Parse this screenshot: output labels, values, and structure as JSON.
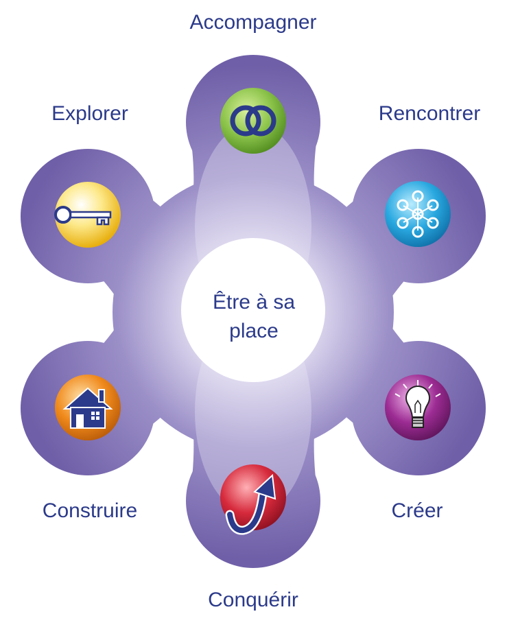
{
  "center": {
    "line1": "Être à sa",
    "line2": "place"
  },
  "petals": [
    {
      "label": "Accompagner",
      "icon": "rings-icon",
      "color": "#8bc34a"
    },
    {
      "label": "Rencontrer",
      "icon": "network-icon",
      "color": "#29a8e0"
    },
    {
      "label": "Créer",
      "icon": "lightbulb-icon",
      "color": "#9c2c93"
    },
    {
      "label": "Conquérir",
      "icon": "arrow-up-icon",
      "color": "#d62a3c"
    },
    {
      "label": "Construire",
      "icon": "house-icon",
      "color": "#f08a1c"
    },
    {
      "label": "Explorer",
      "icon": "key-icon",
      "color": "#f5c518"
    }
  ],
  "colors": {
    "flower": "#7f70b3",
    "flower_light": "#ece8f6",
    "text": "#2b3a8a"
  }
}
